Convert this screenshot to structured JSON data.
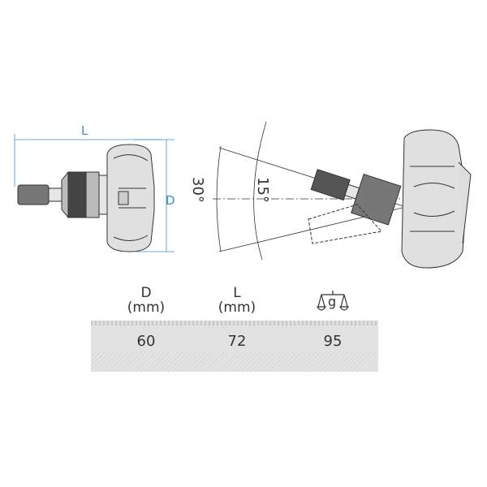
{
  "drawing": {
    "dim_length_label": "L",
    "dim_diameter_label": "D",
    "angle_small": "15°",
    "angle_large": "30°",
    "dim_color": "#3b8fd0"
  },
  "table": {
    "headers": [
      {
        "name": "D",
        "unit": "(mm)"
      },
      {
        "name": "L",
        "unit": "(mm)"
      },
      {
        "name": "weight",
        "unit": "g",
        "icon": "scale-icon"
      }
    ],
    "values": [
      "60",
      "72",
      "95"
    ]
  }
}
